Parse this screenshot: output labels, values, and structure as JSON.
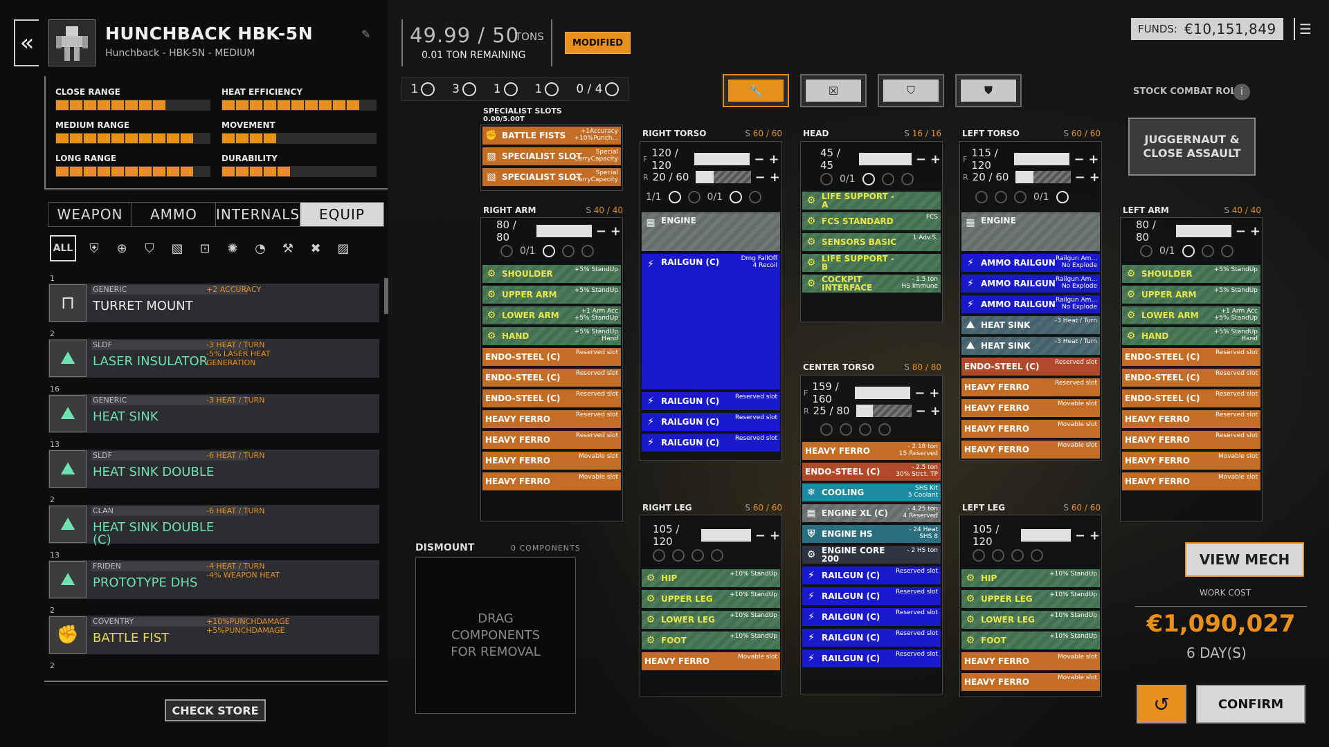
{
  "header": {
    "mech_name": "HUNCHBACK HBK-5N",
    "mech_sub": "Hunchback - HBK-5N - MEDIUM",
    "tons": "49.99 / 50",
    "tons_unit": "TONS",
    "tons_remaining": "0.01 TON REMAINING",
    "modified": "MODIFIED",
    "hardpoints": [
      {
        "count": "1",
        "icon": "ballistic-icon"
      },
      {
        "count": "3",
        "icon": "energy-icon"
      },
      {
        "count": "1",
        "icon": "missile-icon"
      },
      {
        "count": "1",
        "icon": "support-icon"
      },
      {
        "count": "0 / 4",
        "icon": "jumpjet-icon"
      }
    ],
    "funds_label": "FUNDS:",
    "funds": "€10,151,849",
    "stock_role_label": "STOCK COMBAT ROLE",
    "stock_role": "JUGGERNAUT & CLOSE ASSAULT"
  },
  "stats": [
    {
      "label": "CLOSE RANGE",
      "segments": 8,
      "total": 10
    },
    {
      "label": "HEAT EFFICIENCY",
      "segments": 10,
      "total": 10
    },
    {
      "label": "MEDIUM RANGE",
      "segments": 10,
      "total": 10
    },
    {
      "label": "MOVEMENT",
      "segments": 4,
      "total": 10
    },
    {
      "label": "LONG RANGE",
      "segments": 10,
      "total": 10
    },
    {
      "label": "DURABILITY",
      "segments": 5,
      "total": 10
    }
  ],
  "tabs": [
    "WEAPON",
    "AMMO",
    "INTERNALS",
    "EQUIP"
  ],
  "filter_all": "ALL",
  "list": [
    {
      "count": "1",
      "mfr": "GENERIC",
      "name": "TURRET MOUNT",
      "effects": [
        "+2 ACCURACY"
      ],
      "color": "white"
    },
    {
      "count": "2",
      "mfr": "SLDF",
      "name": "LASER INSULATOR",
      "effects": [
        "-3 HEAT / TURN",
        "-5% LASER HEAT",
        "GENERATION"
      ],
      "color": "green"
    },
    {
      "count": "16",
      "mfr": "GENERIC",
      "name": "HEAT SINK",
      "effects": [
        "-3 HEAT / TURN"
      ],
      "color": "green"
    },
    {
      "count": "13",
      "mfr": "SLDF",
      "name": "HEAT SINK DOUBLE",
      "effects": [
        "-6 HEAT / TURN"
      ],
      "color": "green"
    },
    {
      "count": "2",
      "mfr": "CLAN",
      "name": "HEAT SINK DOUBLE (C)",
      "effects": [
        "-6 HEAT / TURN"
      ],
      "color": "green"
    },
    {
      "count": "13",
      "mfr": "FRIDEN",
      "name": "PROTOTYPE DHS",
      "effects": [
        "-4 HEAT / TURN",
        "-4% WEAPON HEAT"
      ],
      "color": "green"
    },
    {
      "count": "2",
      "mfr": "COVENTRY",
      "name": "BATTLE FIST",
      "effects": [
        "+10%PUNCHDAMAGE",
        "+5%PUNCHDAMAGE"
      ],
      "color": "yellow"
    },
    {
      "count": "2",
      "mfr": "",
      "name": "",
      "effects": [],
      "color": "white"
    }
  ],
  "check_store": "CHECK STORE",
  "specialist": {
    "title": "SPECIALIST SLOTS",
    "sub": "0.00/5.00T",
    "slots": [
      {
        "name": "BATTLE FISTS",
        "note": "+1Accuracy\n+10%Punch..."
      },
      {
        "name": "SPECIALIST SLOT",
        "note": "Special\nCarryCapacity"
      },
      {
        "name": "SPECIALIST SLOT",
        "note": "Special\nCarryCapacity"
      }
    ]
  },
  "right_arm": {
    "title": "RIGHT ARM",
    "s": "S",
    "s_val": "40 / 40",
    "armor": "80 / 80",
    "hardpoints": "0/1",
    "slots": [
      {
        "name": "SHOULDER",
        "note": "+5% StandUp",
        "style": "green"
      },
      {
        "name": "UPPER ARM",
        "note": "+5% StandUp",
        "style": "green"
      },
      {
        "name": "LOWER ARM",
        "note": "+1 Arm Acc\n+5% StandUp",
        "style": "green"
      },
      {
        "name": "HAND",
        "note": "+5% StandUp\nHand",
        "style": "green"
      },
      {
        "name": "ENDO-STEEL (C)",
        "note": "Reserved slot",
        "style": "orange"
      },
      {
        "name": "ENDO-STEEL (C)",
        "note": "Reserved slot",
        "style": "orange"
      },
      {
        "name": "ENDO-STEEL (C)",
        "note": "Reserved slot",
        "style": "orange"
      },
      {
        "name": "HEAVY FERRO",
        "note": "Reserved slot",
        "style": "orange"
      },
      {
        "name": "HEAVY FERRO",
        "note": "Reserved slot",
        "style": "orange"
      },
      {
        "name": "HEAVY FERRO",
        "note": "Movable slot",
        "style": "orange"
      },
      {
        "name": "HEAVY FERRO",
        "note": "Movable slot",
        "style": "orange"
      }
    ]
  },
  "right_torso": {
    "title": "RIGHT TORSO",
    "s": "S",
    "s_val": "60 / 60",
    "front": "120 / 120",
    "rear": "20 / 60",
    "hp1": "1/1",
    "hp2": "0/1",
    "slots": [
      {
        "name": "ENGINE",
        "note": "",
        "style": "grey",
        "tall": true
      },
      {
        "name": "RAILGUN (C)",
        "note": "Dmg FallOff\n4 Recoil",
        "style": "blue",
        "big": true
      },
      {
        "name": "RAILGUN (C)",
        "note": "Reserved slot",
        "style": "blue"
      },
      {
        "name": "RAILGUN (C)",
        "note": "Reserved slot",
        "style": "blue"
      },
      {
        "name": "RAILGUN (C)",
        "note": "Reserved slot",
        "style": "blue"
      }
    ]
  },
  "head": {
    "title": "HEAD",
    "s": "S",
    "s_val": "16 / 16",
    "armor": "45 / 45",
    "hp": "0/1",
    "slots": [
      {
        "name": "LIFE SUPPORT - A",
        "note": "",
        "style": "green"
      },
      {
        "name": "FCS STANDARD",
        "note": "FCS",
        "style": "green"
      },
      {
        "name": "SENSORS BASIC",
        "note": "1 Adv.S.",
        "style": "green"
      },
      {
        "name": "LIFE SUPPORT - B",
        "note": "",
        "style": "green"
      },
      {
        "name": "COCKPIT INTERFACE",
        "note": "- 1.5 ton\nHS Immune",
        "style": "green"
      }
    ]
  },
  "center_torso": {
    "title": "CENTER TORSO",
    "s": "S",
    "s_val": "80 / 80",
    "front": "159 / 160",
    "rear": "25 / 80",
    "slots": [
      {
        "name": "HEAVY FERRO",
        "note": "- 2.18 ton\n15 Reserved",
        "style": "orange"
      },
      {
        "name": "ENDO-STEEL (C)",
        "note": "- 2.5 ton\n30% Strct. TP",
        "style": "red"
      },
      {
        "name": "COOLING",
        "note": "SHS Kit\n5 Coolant",
        "style": "teal"
      },
      {
        "name": "ENGINE XL (C)",
        "note": "- 4.25 ton\n4 Reserved",
        "style": "grey"
      },
      {
        "name": "ENGINE HS",
        "note": "- 24 Heat\nSHS 8",
        "style": "teal2"
      },
      {
        "name": "ENGINE CORE 200",
        "note": "- 2 HS ton",
        "style": "dark"
      },
      {
        "name": "RAILGUN (C)",
        "note": "Reserved slot",
        "style": "blue"
      },
      {
        "name": "RAILGUN (C)",
        "note": "Reserved slot",
        "style": "blue"
      },
      {
        "name": "RAILGUN (C)",
        "note": "Reserved slot",
        "style": "blue"
      },
      {
        "name": "RAILGUN (C)",
        "note": "Reserved slot",
        "style": "blue"
      },
      {
        "name": "RAILGUN (C)",
        "note": "Reserved slot",
        "style": "blue"
      }
    ]
  },
  "left_torso": {
    "title": "LEFT TORSO",
    "s": "S",
    "s_val": "60 / 60",
    "front": "115 / 120",
    "rear": "20 / 60",
    "hp": "0/1",
    "slots": [
      {
        "name": "ENGINE",
        "note": "",
        "style": "grey",
        "tall": true
      },
      {
        "name": "AMMO RAILGUN",
        "note": "Railgun Am...\nNo Explode",
        "style": "blue"
      },
      {
        "name": "AMMO RAILGUN",
        "note": "Railgun Am...\nNo Explode",
        "style": "blue"
      },
      {
        "name": "AMMO RAILGUN",
        "note": "Railgun Am...\nNo Explode",
        "style": "blue"
      },
      {
        "name": "HEAT SINK",
        "note": "-3 Heat / Turn",
        "style": "tealstripe"
      },
      {
        "name": "HEAT SINK",
        "note": "-3 Heat / Turn",
        "style": "tealstripe"
      },
      {
        "name": "ENDO-STEEL (C)",
        "note": "Reserved slot",
        "style": "red"
      },
      {
        "name": "HEAVY FERRO",
        "note": "Reserved slot",
        "style": "orange"
      },
      {
        "name": "HEAVY FERRO",
        "note": "Movable slot",
        "style": "orange"
      },
      {
        "name": "HEAVY FERRO",
        "note": "Movable slot",
        "style": "orange"
      },
      {
        "name": "HEAVY FERRO",
        "note": "Movable slot",
        "style": "orange"
      }
    ]
  },
  "left_arm": {
    "title": "LEFT ARM",
    "s": "S",
    "s_val": "40 / 40",
    "armor": "80 / 80",
    "hp": "0/1",
    "slots": [
      {
        "name": "SHOULDER",
        "note": "+5% StandUp",
        "style": "green"
      },
      {
        "name": "UPPER ARM",
        "note": "+5% StandUp",
        "style": "green"
      },
      {
        "name": "LOWER ARM",
        "note": "+1 Arm Acc\n+5% StandUp",
        "style": "green"
      },
      {
        "name": "HAND",
        "note": "+5% StandUp\nHand",
        "style": "green"
      },
      {
        "name": "ENDO-STEEL (C)",
        "note": "Reserved slot",
        "style": "orange"
      },
      {
        "name": "ENDO-STEEL (C)",
        "note": "Reserved slot",
        "style": "orange"
      },
      {
        "name": "ENDO-STEEL (C)",
        "note": "Reserved slot",
        "style": "orange"
      },
      {
        "name": "HEAVY FERRO",
        "note": "Reserved slot",
        "style": "orange"
      },
      {
        "name": "HEAVY FERRO",
        "note": "Reserved slot",
        "style": "orange"
      },
      {
        "name": "HEAVY FERRO",
        "note": "Movable slot",
        "style": "orange"
      },
      {
        "name": "HEAVY FERRO",
        "note": "Movable slot",
        "style": "orange"
      }
    ]
  },
  "right_leg": {
    "title": "RIGHT LEG",
    "s": "S",
    "s_val": "60 / 60",
    "armor": "105 / 120",
    "slots": [
      {
        "name": "HIP",
        "note": "+10% StandUp",
        "style": "green"
      },
      {
        "name": "UPPER LEG",
        "note": "+10% StandUp",
        "style": "green"
      },
      {
        "name": "LOWER LEG",
        "note": "+10% StandUp",
        "style": "green"
      },
      {
        "name": "FOOT",
        "note": "+10% StandUp",
        "style": "green"
      },
      {
        "name": "HEAVY FERRO",
        "note": "Movable slot",
        "style": "orange"
      }
    ]
  },
  "left_leg": {
    "title": "LEFT LEG",
    "s": "S",
    "s_val": "60 / 60",
    "armor": "105 / 120",
    "slots": [
      {
        "name": "HIP",
        "note": "+10% StandUp",
        "style": "green"
      },
      {
        "name": "UPPER LEG",
        "note": "+10% StandUp",
        "style": "green"
      },
      {
        "name": "LOWER LEG",
        "note": "+10% StandUp",
        "style": "green"
      },
      {
        "name": "FOOT",
        "note": "+10% StandUp",
        "style": "green"
      },
      {
        "name": "HEAVY FERRO",
        "note": "Movable slot",
        "style": "orange"
      },
      {
        "name": "HEAVY FERRO",
        "note": "Movable slot",
        "style": "orange"
      }
    ]
  },
  "dismount": {
    "title": "DISMOUNT",
    "count": "0 COMPONENTS",
    "hint": "DRAG COMPONENTS FOR REMOVAL"
  },
  "footer": {
    "view_mech": "VIEW MECH",
    "work_cost_label": "WORK COST",
    "work_cost": "€1,090,027",
    "days": "6 DAY(S)",
    "confirm": "CONFIRM"
  },
  "colors": {
    "accent": "#e8901e",
    "weapon_blue": "#1a1acc",
    "component_green": "#4e7a5c"
  }
}
